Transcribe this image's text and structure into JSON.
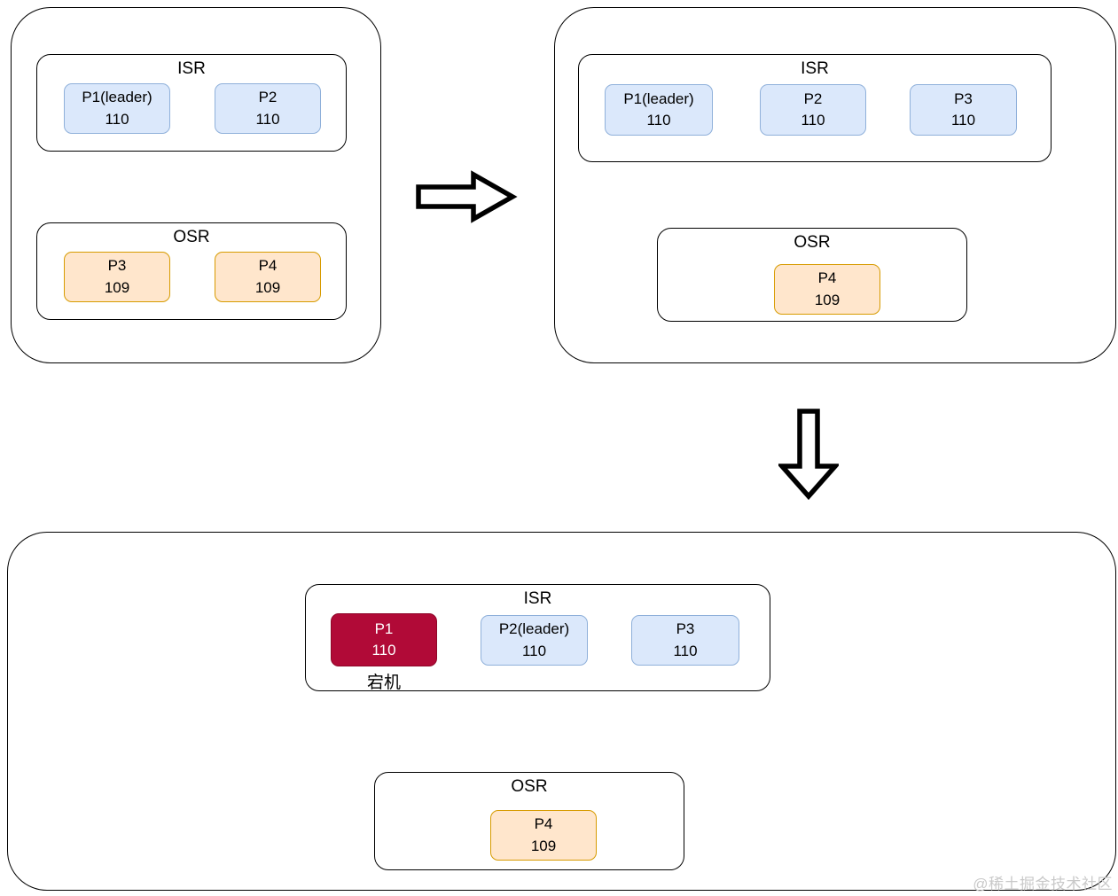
{
  "colors": {
    "blue_fill": "#dbe8fb",
    "blue_border": "#8fb0da",
    "orange_fill": "#ffe6cc",
    "orange_border": "#d79b00",
    "red_fill": "#b10a37",
    "panel_border": "#000000",
    "watermark_gray": "#c9c9c9"
  },
  "panels": [
    {
      "name": "state-1",
      "groups": [
        {
          "label": "ISR",
          "nodes": [
            {
              "name": "P1(leader)",
              "value": "110",
              "style": "blue"
            },
            {
              "name": "P2",
              "value": "110",
              "style": "blue"
            }
          ]
        },
        {
          "label": "OSR",
          "nodes": [
            {
              "name": "P3",
              "value": "109",
              "style": "orange"
            },
            {
              "name": "P4",
              "value": "109",
              "style": "orange"
            }
          ]
        }
      ]
    },
    {
      "name": "state-2",
      "groups": [
        {
          "label": "ISR",
          "nodes": [
            {
              "name": "P1(leader)",
              "value": "110",
              "style": "blue"
            },
            {
              "name": "P2",
              "value": "110",
              "style": "blue"
            },
            {
              "name": "P3",
              "value": "110",
              "style": "blue"
            }
          ]
        },
        {
          "label": "OSR",
          "nodes": [
            {
              "name": "P4",
              "value": "109",
              "style": "orange"
            }
          ]
        }
      ]
    },
    {
      "name": "state-3",
      "groups": [
        {
          "label": "ISR",
          "nodes": [
            {
              "name": "P1",
              "value": "110",
              "style": "red",
              "note": "宕机"
            },
            {
              "name": "P2(leader)",
              "value": "110",
              "style": "blue"
            },
            {
              "name": "P3",
              "value": "110",
              "style": "blue"
            }
          ]
        },
        {
          "label": "OSR",
          "nodes": [
            {
              "name": "P4",
              "value": "109",
              "style": "orange"
            }
          ]
        }
      ]
    }
  ],
  "watermark": "@稀土掘金技术社区"
}
